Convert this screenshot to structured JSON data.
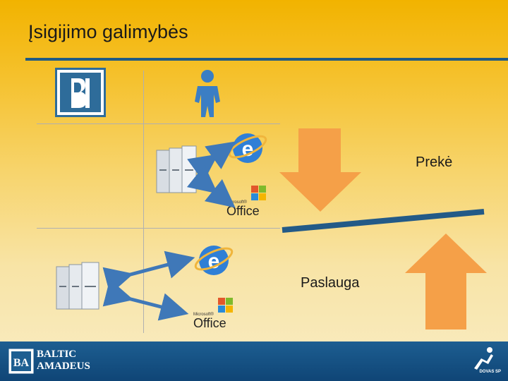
{
  "slide": {
    "title": "Įsigijimo galimybės"
  },
  "labels": {
    "goods": "Prekė",
    "service": "Paslauga"
  },
  "office_logo": {
    "microsoft": "Microsoft®",
    "office": "Office"
  },
  "footer": {
    "company_line1": "BALTIC",
    "company_line2": "AMADEUS",
    "partner": "DOVAS SP"
  },
  "colors": {
    "arrow_orange": "#f5a048",
    "accent_blue": "#1f5a84",
    "arrow_double_blue": "#3f78b8"
  }
}
